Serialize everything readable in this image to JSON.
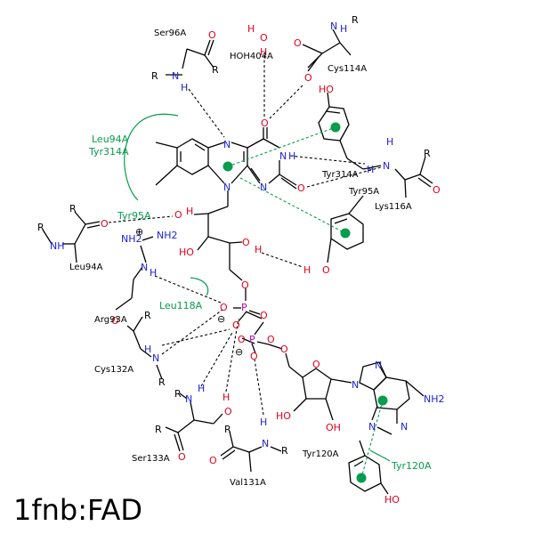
{
  "title": "1fnb:FAD",
  "colors": {
    "oxygen": "#e0001c",
    "nitrogen": "#1e1ed2",
    "phosphorus": "#c000c0",
    "contact": "#079c4e",
    "bond": "#000000"
  },
  "residues": {
    "ser96": "Ser96A",
    "hoh": "HOH404A",
    "cys114": "Cys114A",
    "leu94_arc": "Leu94A",
    "tyr314_arc": "Tyr314A",
    "tyr314": "Tyr314A",
    "lys116": "Lys116A",
    "tyr95_ring": "Tyr95A",
    "tyr95_hb": "Tyr95A",
    "leu94": "Leu94A",
    "arg93": "Arg93A",
    "leu118": "Leu118A",
    "cys132": "Cys132A",
    "ser133": "Ser133A",
    "val131": "Val131A",
    "tyr120_ring": "Tyr120A",
    "tyr120_arc": "Tyr120A"
  },
  "atoms": {
    "O": "O",
    "N": "N",
    "H": "H",
    "P": "P",
    "R": "R",
    "HO": "HO",
    "OH": "OH",
    "NH": "NH",
    "NH2": "NH2",
    "minus": "⊖",
    "plus": "⊕"
  }
}
